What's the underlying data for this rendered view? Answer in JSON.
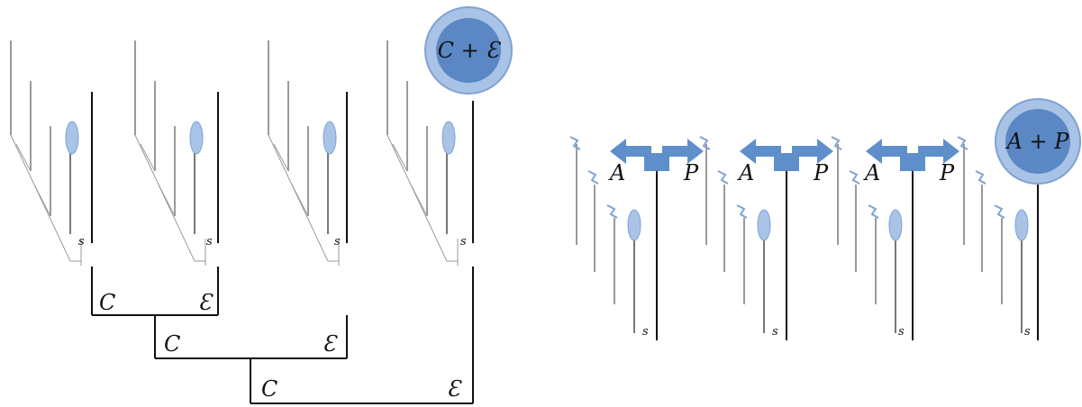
{
  "left": {
    "labels": {
      "s1": "s",
      "s2": "s",
      "s3": "s",
      "s4": "s",
      "c1": "C",
      "e1": "Ɛ",
      "c2": "C",
      "e2": "Ɛ",
      "c3": "C",
      "e3": "Ɛ"
    },
    "circle": {
      "label": "C + Ɛ"
    }
  },
  "right": {
    "labels": {
      "a1": "A",
      "p1": "P",
      "a2": "A",
      "p2": "P",
      "a3": "A",
      "p3": "P",
      "s1": "s",
      "s2": "s",
      "s3": "s",
      "s4": "s"
    },
    "circle": {
      "label": "A + P"
    }
  },
  "colors": {
    "stroke": "#111111",
    "faint": "#9a9a9a",
    "circle_inner": "#5b88c4",
    "circle_outer": "#a9c3e6",
    "arrow": "#5f8fcb",
    "oval": "#a9c3e6"
  }
}
